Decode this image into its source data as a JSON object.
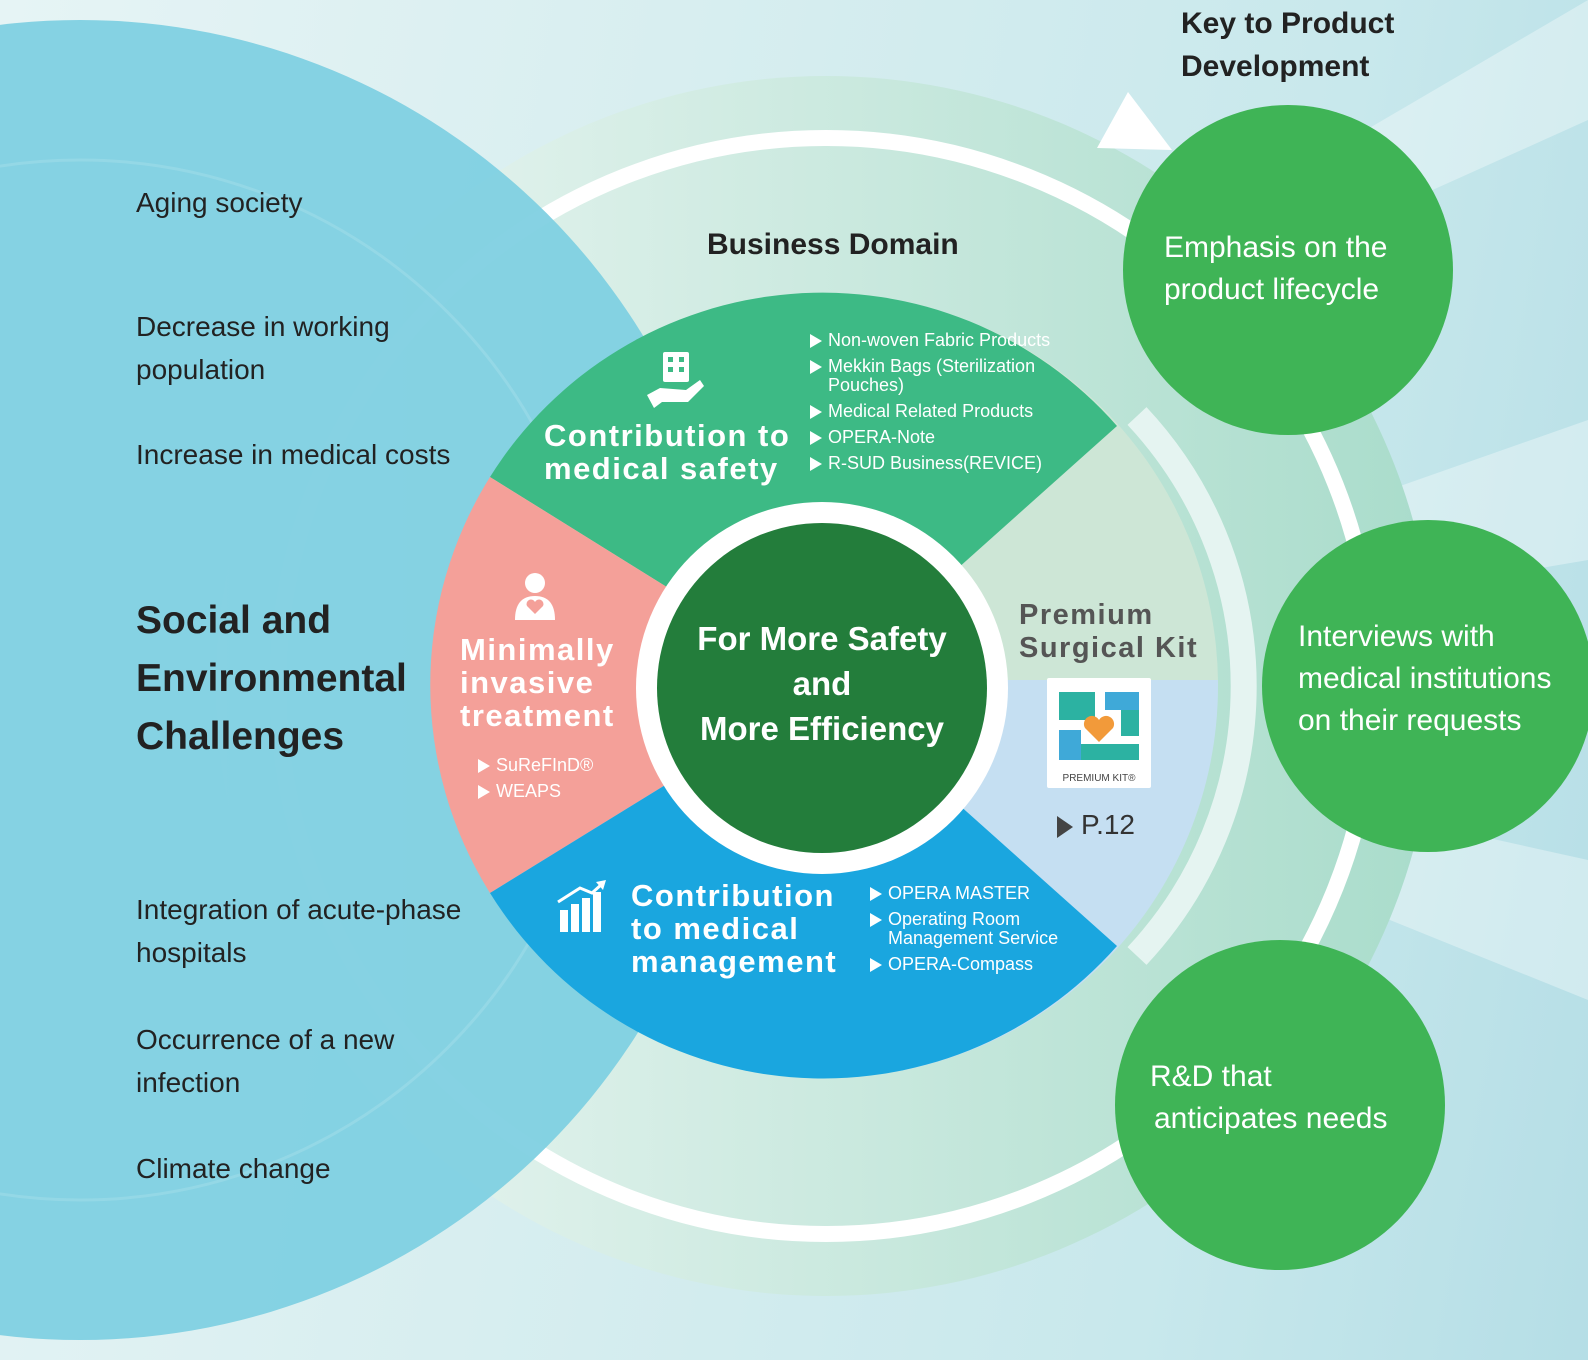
{
  "challenges": {
    "headline": [
      "Social and",
      "Environmental",
      "Challenges"
    ],
    "items": [
      "Aging society",
      "Decrease in working population",
      "Increase in medical costs",
      "Integration of acute-phase hospitals",
      "Occurrence of a new infection",
      "Climate change"
    ]
  },
  "business_domain": {
    "title": "Business Domain",
    "center": [
      "For More Safety",
      "and",
      "More Efficiency"
    ],
    "segments": {
      "safety": {
        "title": [
          "Contribution to",
          "medical safety"
        ],
        "products": [
          "Non-woven Fabric Products",
          "Mekkin Bags (Sterilization Pouches)",
          "Medical Related Products",
          "OPERA-Note",
          "R-SUD Business(REVICE)"
        ],
        "icon": "hospital-hand-icon",
        "color": "#3dba85"
      },
      "minimally": {
        "title": [
          "Minimally",
          "invasive",
          "treatment"
        ],
        "products": [
          "SuReFInD®",
          "WEAPS"
        ],
        "icon": "doctor-heart-icon",
        "color": "#f4a099"
      },
      "management": {
        "title": [
          "Contribution",
          "to medical",
          "management"
        ],
        "products": [
          "OPERA MASTER",
          "Operating Room Management Service",
          "OPERA-Compass"
        ],
        "icon": "bar-chart-icon",
        "color": "#1aa6df"
      },
      "premium": {
        "title": [
          "Premium",
          "Surgical Kit"
        ],
        "logo_text": "PREMIUM KIT®",
        "page_ref": "P.12",
        "color_top": "#cde6d6",
        "color_bottom": "#c5dff2"
      }
    }
  },
  "key": {
    "title": [
      "Key to Product",
      "Development"
    ],
    "items": [
      [
        "Emphasis on the",
        "product lifecycle"
      ],
      [
        "Interviews with",
        "medical institutions",
        "on their requests"
      ],
      [
        "R&D that",
        "anticipates needs"
      ]
    ],
    "color": "#3fb456"
  }
}
